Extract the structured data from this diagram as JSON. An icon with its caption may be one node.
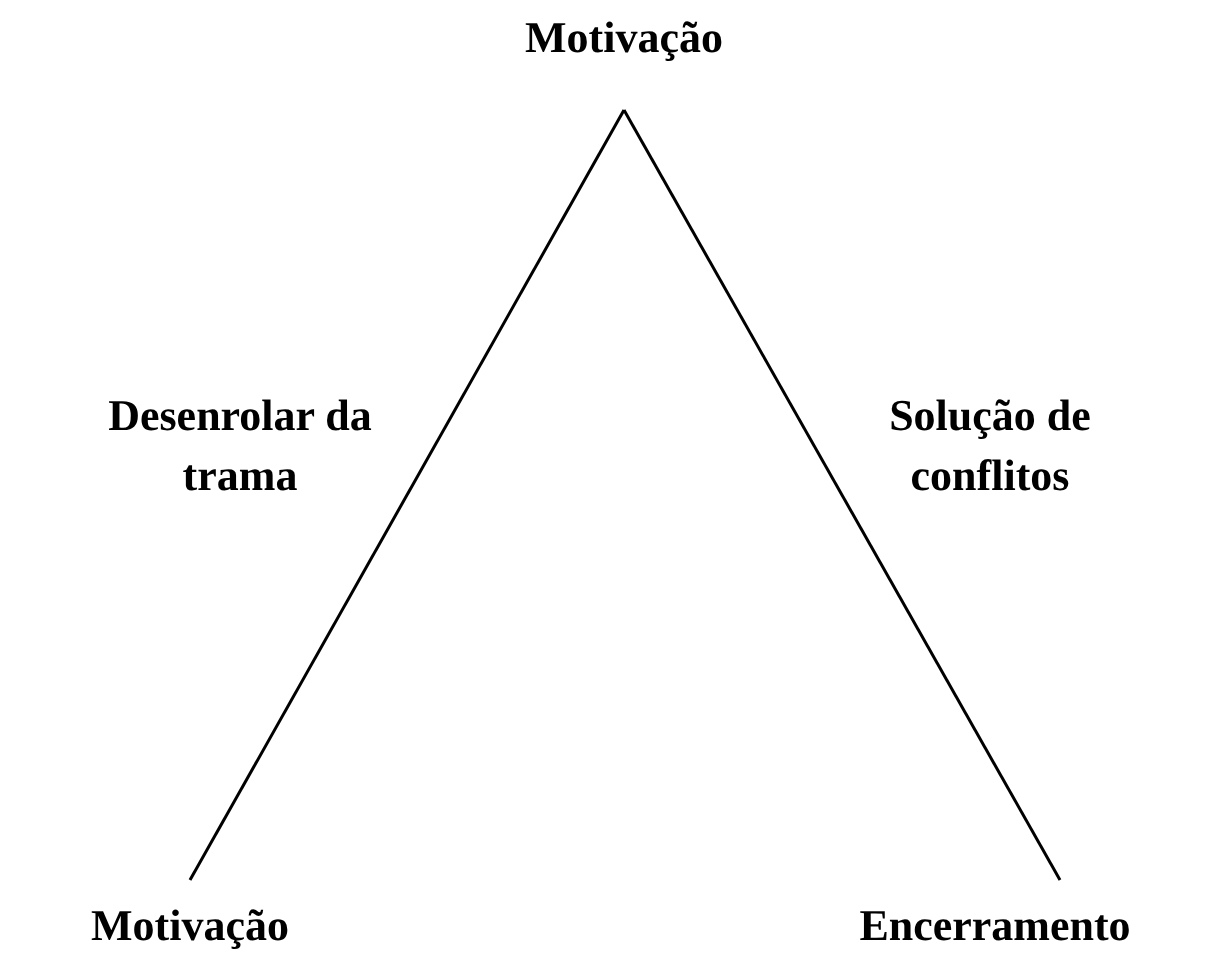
{
  "diagram": {
    "nodes": [
      {
        "text": [
          "Motivação"
        ]
      },
      {
        "text": [
          "Motivação"
        ]
      },
      {
        "text": [
          "Encerramento"
        ]
      }
    ],
    "edges": [
      {
        "from": 1,
        "to": 0,
        "arrow": "none",
        "label": "Desenrolar da trama"
      },
      {
        "from": 0,
        "to": 2,
        "arrow": "none",
        "label": "Solução de conflitos"
      }
    ]
  }
}
